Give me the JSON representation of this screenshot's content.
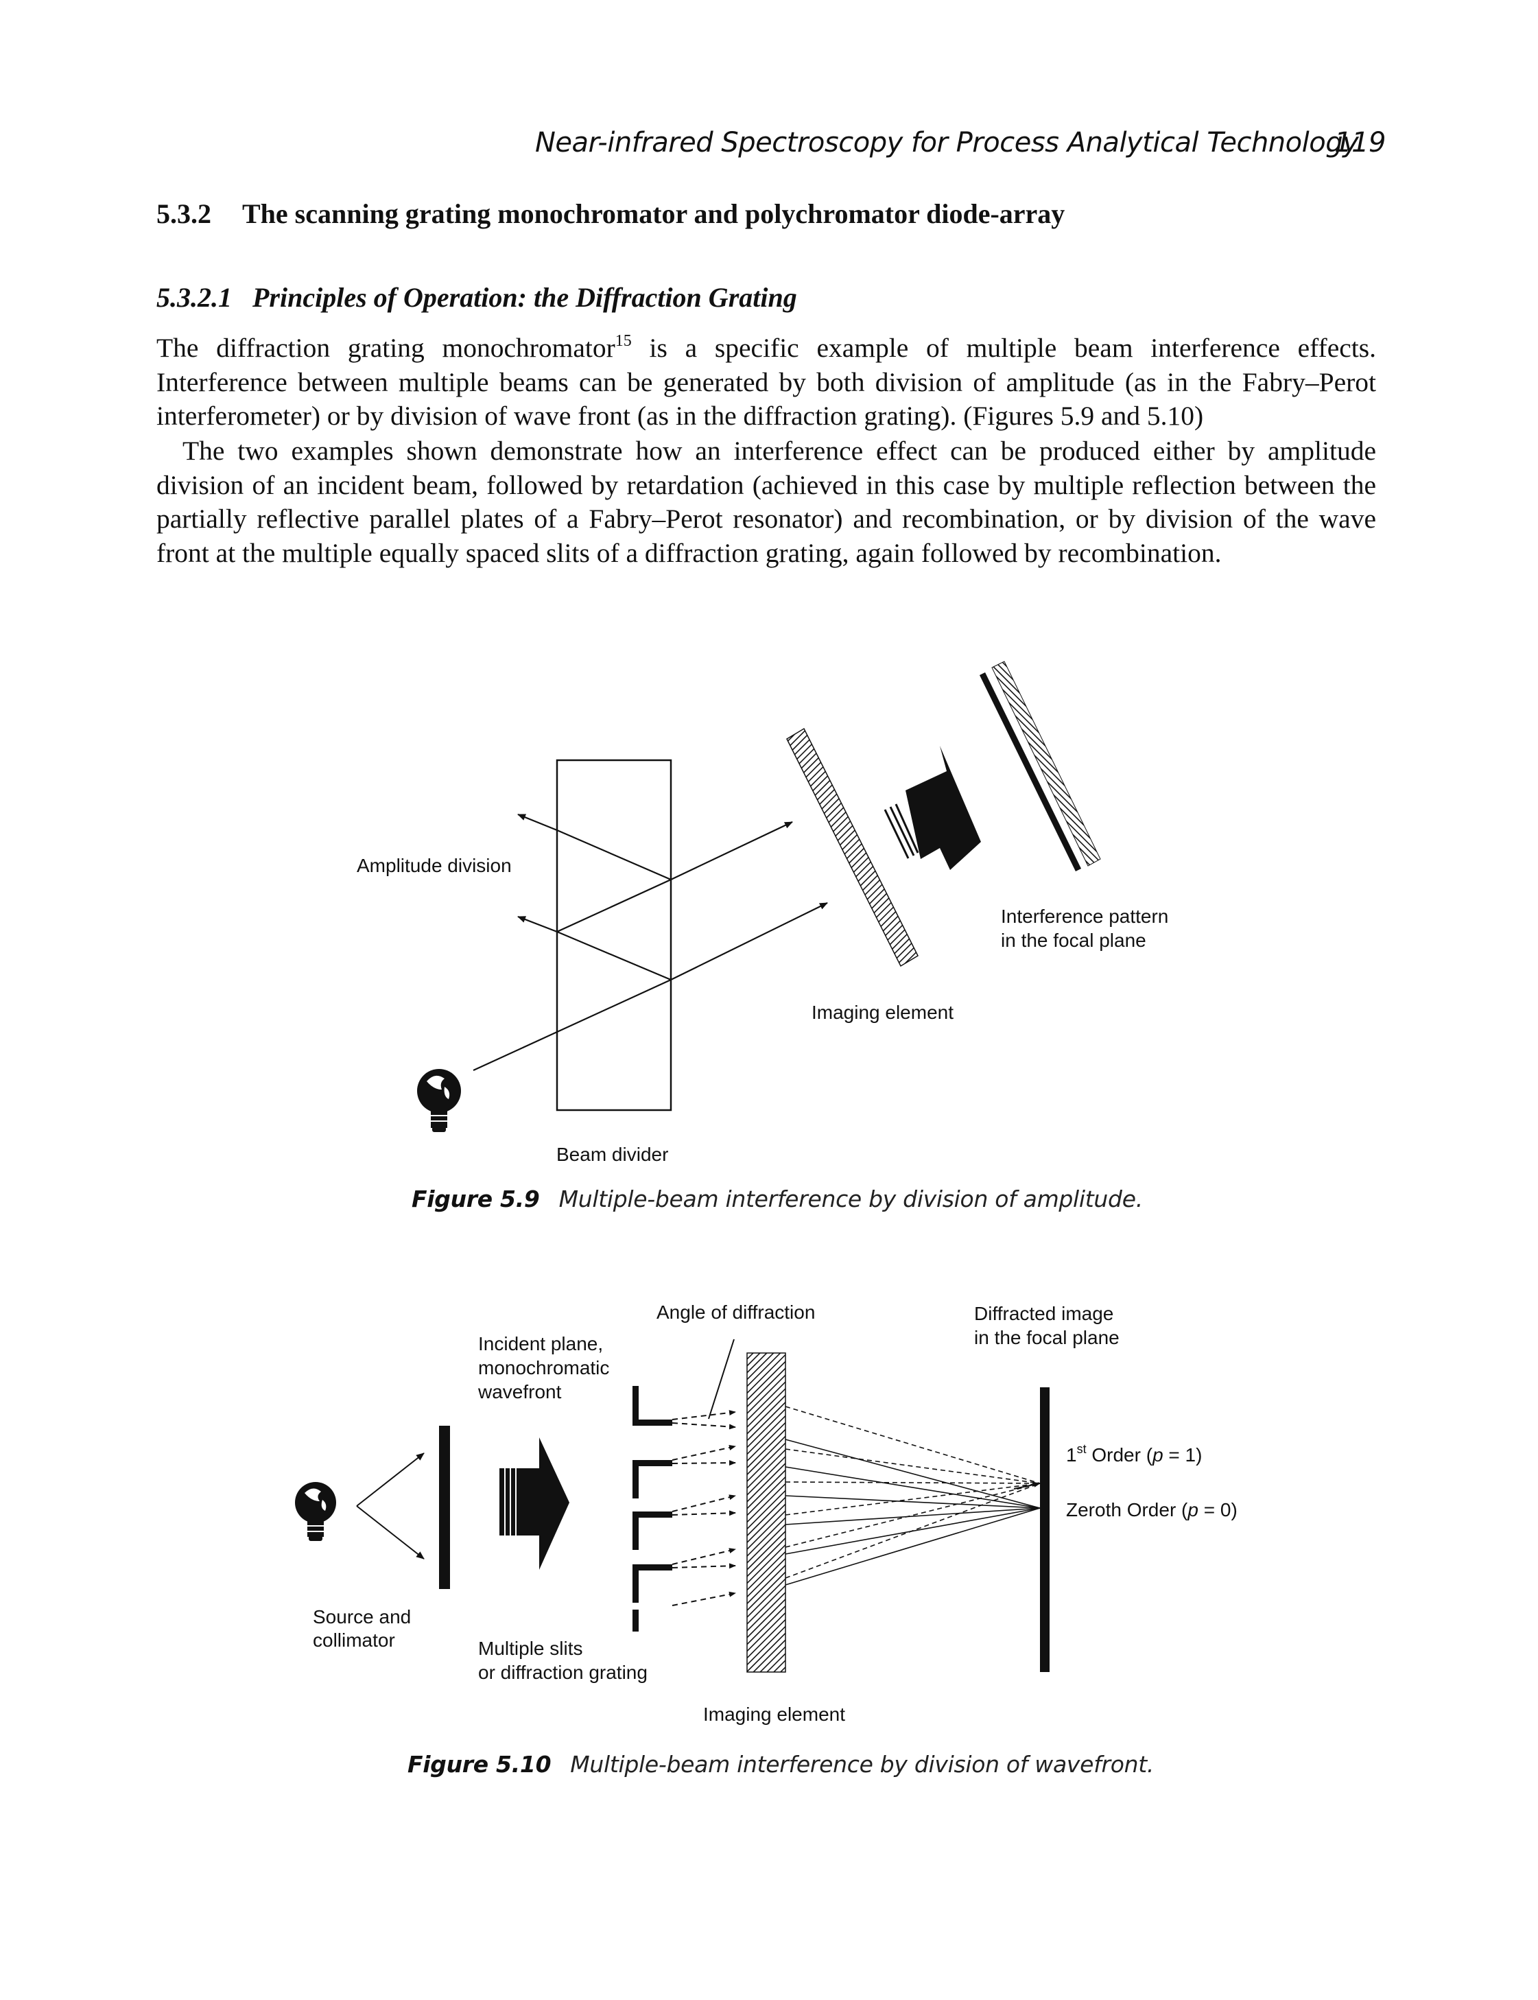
{
  "header": {
    "running_title": "Near-infrared Spectroscopy for Process Analytical Technology",
    "page_number": "119"
  },
  "section": {
    "number": "5.3.2",
    "title": "The scanning grating monochromator and polychromator diode-array"
  },
  "subsection": {
    "number": "5.3.2.1",
    "title": "Principles of Operation: the Diffraction Grating"
  },
  "paragraph1": {
    "before_ref": "The diffraction grating monochromator",
    "ref": "15",
    "after_ref": " is a specific example of multiple beam interference effects. Interference between multiple beams can be generated by both division of amplitude (as in the Fabry–Perot interferometer) or by division of wave front (as in the diffraction grating). (Figures 5.9 and 5.10)"
  },
  "paragraph2": "The two examples shown demonstrate how an interference effect can be produced either by amplitude division of an incident beam, followed by retardation (achieved in this case by multiple reflection between the partially reflective parallel plates of a Fabry–Perot resonator) and recombination, or by division of the wave front at the multiple equally spaced slits of a diffraction grating, again followed by recombination.",
  "figure_5_9": {
    "labels": {
      "amplitude_division": "Amplitude division",
      "interference_pattern_line1": "Interference pattern",
      "interference_pattern_line2": "in the focal plane",
      "imaging_element": "Imaging element",
      "beam_divider": "Beam divider"
    },
    "caption_label": "Figure 5.9",
    "caption_text": "Multiple-beam interference by division of amplitude."
  },
  "figure_5_10": {
    "labels": {
      "angle_of_diffraction": "Angle of diffraction",
      "incident_plane_line1": "Incident plane,",
      "incident_plane_line2": "monochromatic",
      "incident_plane_line3": "wavefront",
      "diffracted_image_line1": "Diffracted image",
      "diffracted_image_line2": "in the focal plane",
      "first_order_prefix": "1",
      "first_order_sup": "st",
      "first_order_rest": " Order (",
      "order_var": "p",
      "first_order_value": " = 1)",
      "zeroth_order_prefix": "Zeroth Order (",
      "zeroth_order_value": " = 0)",
      "source_line1": "Source and",
      "source_line2": "collimator",
      "slits_line1": "Multiple slits",
      "slits_line2": "or diffraction grating",
      "imaging_element": "Imaging element"
    },
    "caption_label": "Figure 5.10",
    "caption_text": "Multiple-beam interference by division of wavefront."
  }
}
